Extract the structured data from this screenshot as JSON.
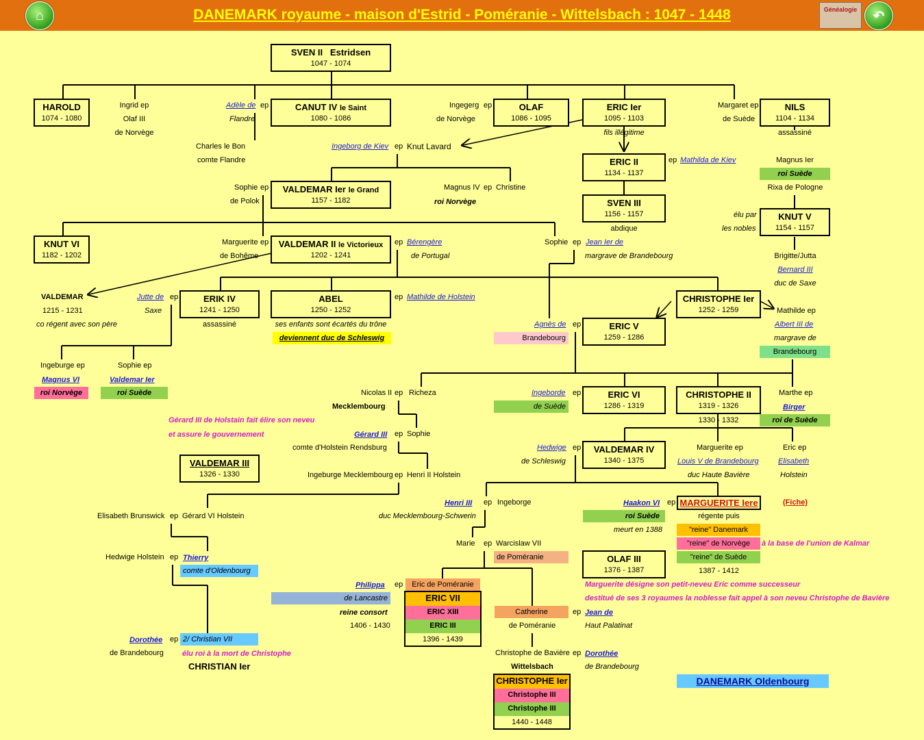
{
  "header": {
    "title": "DANEMARK royaume - maison d'Estrid - Poméranie - Wittelsbach : 1047 - 1448",
    "home_icon": "home-icon",
    "back_icon": "back-arrow-icon",
    "badge": "Généalogie"
  },
  "colors": {
    "header_bg": "#e2700f",
    "page_bg": "#ffff99",
    "title": "#ffff00",
    "green": "#92d050",
    "pink": "#ff6f9a",
    "orange": "#f4a460",
    "salmon": "#f4b183",
    "blue": "#66c9ff",
    "steel": "#95b3d7",
    "gold": "#ffc000",
    "link": "#1a1ad6",
    "magenta": "#d21cc6"
  },
  "boxes": {
    "sven2": {
      "name": "SVEN II",
      "name2": "Estridsen",
      "dates": "1047 - 1074"
    },
    "harold": {
      "name": "HAROLD",
      "dates": "1074 - 1080"
    },
    "canut4": {
      "name": "CANUT IV",
      "suffix": "le Saint",
      "dates": "1080 - 1086"
    },
    "olaf": {
      "name": "OLAF",
      "dates": "1086 - 1095"
    },
    "eric1": {
      "name": "ERIC Ier",
      "dates": "1095 - 1103"
    },
    "nils": {
      "name": "NILS",
      "dates": "1104 - 1134"
    },
    "eric2": {
      "name": "ERIC II",
      "dates": "1134 - 1137"
    },
    "sven3": {
      "name": "SVEN III",
      "dates": "1156 - 1157"
    },
    "valdemar1": {
      "name": "VALDEMAR Ier",
      "suffix": "le Grand",
      "dates": "1157 - 1182"
    },
    "knut5": {
      "name": "KNUT V",
      "dates": "1154 - 1157"
    },
    "knut6": {
      "name": "KNUT VI",
      "dates": "1182 - 1202"
    },
    "valdemar2": {
      "name": "VALDEMAR II",
      "suffix": "le Victorieux",
      "dates": "1202 - 1241"
    },
    "erik4": {
      "name": "ERIK IV",
      "dates": "1241 - 1250"
    },
    "abel": {
      "name": "ABEL",
      "dates": "1250 - 1252"
    },
    "christophe1": {
      "name": "CHRISTOPHE Ier",
      "dates": "1252 - 1259"
    },
    "eric5": {
      "name": "ERIC V",
      "dates": "1259 - 1286"
    },
    "eric6": {
      "name": "ERIC VI",
      "dates": "1286 - 1319"
    },
    "christophe2": {
      "name": "CHRISTOPHE II",
      "dates1": "1319 - 1326",
      "dates2": "1330 - 1332"
    },
    "valdemar3": {
      "name": "VALDEMAR III",
      "dates": "1326 - 1330"
    },
    "valdemar4": {
      "name": "VALDEMAR IV",
      "dates": "1340 - 1375"
    },
    "olaf3": {
      "name": "OLAF III",
      "dates": "1376 - 1387"
    }
  },
  "labels": {
    "ingrid": "Ingrid ep",
    "olaf3n": "Olaf III",
    "denorvege1": "de Norvège",
    "adele": "Adèle de",
    "ep": "ep",
    "flandre": "Flandre",
    "ingegerg": "Ingegerg",
    "denorvege2": "de Norvège",
    "margaret": "Margaret ep",
    "desuede1": "de Suède",
    "charles": "Charles le Bon",
    "comteflandre": "comte Flandre",
    "fils": "fils illégitime",
    "assassine": "assassiné",
    "ingeborg_kiev": "Ingeborg de Kiev",
    "knut_lavard": "Knut Lavard",
    "mathilda_kiev": "Mathilda de Kiev",
    "magnus1": "Magnus Ier",
    "roi_suede1": "roi Suède",
    "rixa": "Rixa de Pologne",
    "sophie": "Sophie",
    "depolok": "de Polok",
    "magnus4": "Magnus IV",
    "christine": "Christine",
    "roi_norvege1": "roi Norvège",
    "abdique": "abdique",
    "elu_par": "élu par",
    "les_nobles": "les nobles",
    "marguerite": "Marguerite",
    "deboheme": "de Bohême",
    "berengere": "Bérengère",
    "deportugal": "de Portugal",
    "sophie2": "Sophie",
    "jean1": "Jean Ier de",
    "margrave_brand": "margrave de Brandebourg",
    "brigitte": "Brigitte/Jutta",
    "bernard3": "Bernard III",
    "duc_saxe": "duc de Saxe",
    "valdemar_jr": "VALDEMAR",
    "valdemar_jr_dates": "1215 - 1231",
    "co_regent": "co régent avec son père",
    "jutte": "Jutte de",
    "saxe": "Saxe",
    "assassine2": "assassiné",
    "mathilde_holstein": "Mathilde de Holstein",
    "ses_enfants": "ses enfants sont écartés du trône",
    "deviennent": "deviennent duc de Schleswig",
    "mathilde_ep": "Mathilde ep",
    "albert3": "Albert III de",
    "margrave_de": "margrave de",
    "brandebourg1": "Brandebourg",
    "agnes": "Agnès de",
    "brandebourg2": "Brandebourg",
    "ingeburge_ep": "Ingeburge ep",
    "magnus6": "Magnus VI",
    "roi_norvege2": "roi Norvège",
    "sophie_ep": "Sophie ep",
    "valdemar1b": "Valdemar Ier",
    "roi_suede2": "roi Suède",
    "nicolas": "Nicolas II",
    "richeza": "Richeza",
    "mecklembourg": "Mecklembourg",
    "ingeborde": "Ingeborde",
    "desuede2": "de Suède",
    "marthe": "Marthe ep",
    "birger": "Birger",
    "roi_de_suede": "roi de Suède",
    "gerard_note1": "Gérard III de Holstain fait élire son neveu",
    "gerard_note2": "et assure le gouvernement",
    "gerard3": "Gérard III",
    "sophie3": "Sophie",
    "comte_holstein": "comte d'Holstein Rendsburg",
    "hedwige": "Hedwige",
    "deschleswig": "de Schleswig",
    "marguerite_ep": "Marguerite ep",
    "louis5": "Louis V de Brandebourg",
    "duc_haute": "duc Haute Bavière",
    "eric_ep": "Eric ep",
    "elisabeth": "Elisabeth",
    "holstein": "Holstein",
    "ingeburge_meck": "Ingeburge Mecklembourg",
    "henri2": "Henri II Holstein",
    "henri3": "Henri III",
    "ingeborge": "Ingeborge",
    "duc_meck": "duc Mecklembourg-Schwerin",
    "haakon6": "Haakon VI",
    "marguerite1": "MARGUERITE Iere",
    "fiche": "(Fiche)",
    "regente": "régente puis",
    "roi_suede3": "roi Suède",
    "meurt": "meurt en 1388",
    "reine_dk": "\"reine\" Danemark",
    "reine_no": "\"reine\" de Norvège",
    "reine_se": "\"reine\" de Suède",
    "union": "à la base de l'union de Kalmar",
    "marg_dates": "1387 - 1412",
    "elisabeth_b": "Elisabeth Brunswick",
    "gerard6": "Gérard VI Holstein",
    "marie": "Marie",
    "warcislaw": "Warcislaw VII",
    "depomeranie1": "de Poméranie",
    "hedwige_h": "Hedwige  Holstein",
    "thierry": "Thierry",
    "comte_oldenbourg": "comte d'Oldenbourg",
    "eric_pom": "Eric de Poméranie",
    "eric7": "ERIC VII",
    "eric13": "ERIC XIII",
    "eric3": "ERIC III",
    "eric7_dates": "1396 - 1439",
    "philippa": "Philippa",
    "delancastre": "de Lancastre",
    "reine_consort": "reine consort",
    "philippa_dates": "1406 - 1430",
    "catherine": "Catherine",
    "depomeranie2": "de Poméranie",
    "jean_de": "Jean de",
    "haut_palatinat": "Haut Palatinat",
    "marg_note1": "Marguerite désigne son petit-neveu Eric comme successeur",
    "marg_note2": "destitué de ses 3 royaumes la noblesse fait appel à son neveu Christophe de Bavière",
    "dorothee1": "Dorothée",
    "christian7": "2/ Christian VII",
    "debrandebourg1": "de Brandebourg",
    "elu_roi": "élu roi à la mort de Christophe",
    "christian1": "CHRISTIAN Ier",
    "christ_baviere": "Christophe de Bavière",
    "wittelsbach": "Wittelsbach",
    "christophe1b": "CHRISTOPHE Ier",
    "christophe3a": "Christophe III",
    "christophe3b": "Christophe III",
    "christ_dates": "1440 - 1448",
    "dorothee2": "Dorothée",
    "debrandebourg2": "de Brandebourg",
    "dk_oldenbourg": "DANEMARK Oldenbourg"
  }
}
